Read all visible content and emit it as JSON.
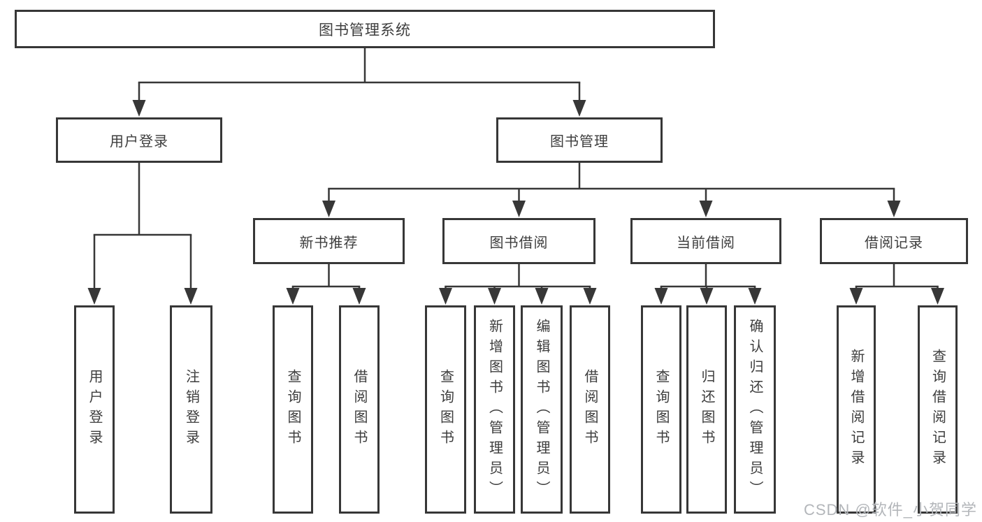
{
  "title": "图书管理系统",
  "branches": [
    {
      "label": "用户登录",
      "leaves": [
        "用户登录",
        "注销登录"
      ]
    },
    {
      "label": "图书管理",
      "sections": [
        {
          "label": "新书推荐",
          "leaves": [
            "查询图书",
            "借阅图书"
          ]
        },
        {
          "label": "图书借阅",
          "leaves": [
            "查询图书",
            "新增图书（管理员）",
            "编辑图书（管理员）",
            "借阅图书"
          ]
        },
        {
          "label": "当前借阅",
          "leaves": [
            "查询图书",
            "归还图书",
            "确认归还（管理员）"
          ]
        },
        {
          "label": "借阅记录",
          "leaves": [
            "新增借阅记录",
            "查询借阅记录"
          ]
        }
      ]
    }
  ],
  "watermark": "CSDN @软件_小贺同学",
  "colors": {
    "line": "#373737",
    "text": "#3d3d3d",
    "watermark": "#b3b6ba",
    "background": "#ffffff"
  }
}
